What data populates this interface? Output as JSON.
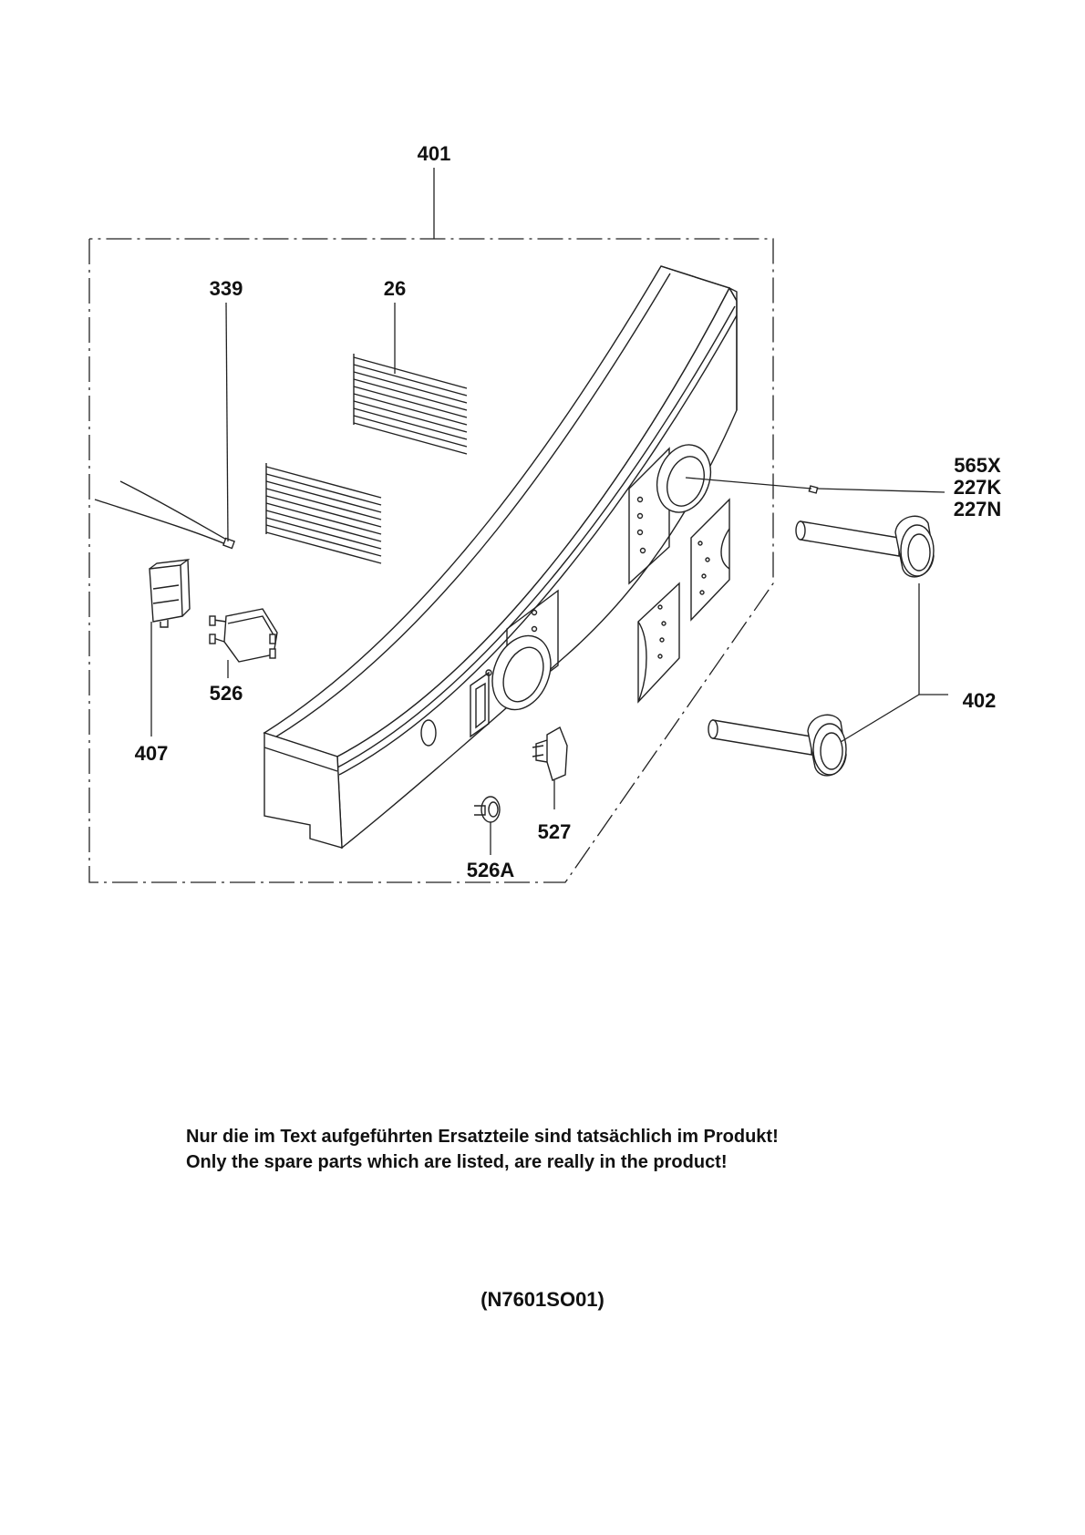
{
  "diagram": {
    "labels": {
      "p401": "401",
      "p339": "339",
      "p26": "26",
      "p565x": "565X",
      "p227k": "227K",
      "p227n": "227N",
      "p402": "402",
      "p526": "526",
      "p407": "407",
      "p527": "527",
      "p526a": "526A"
    }
  },
  "notes": {
    "german": "Nur die im Text aufgeführten Ersatzteile sind tatsächlich im Produkt!",
    "english": "Only the spare parts which are listed, are really in the product!"
  },
  "document_code": "(N7601SO01)"
}
